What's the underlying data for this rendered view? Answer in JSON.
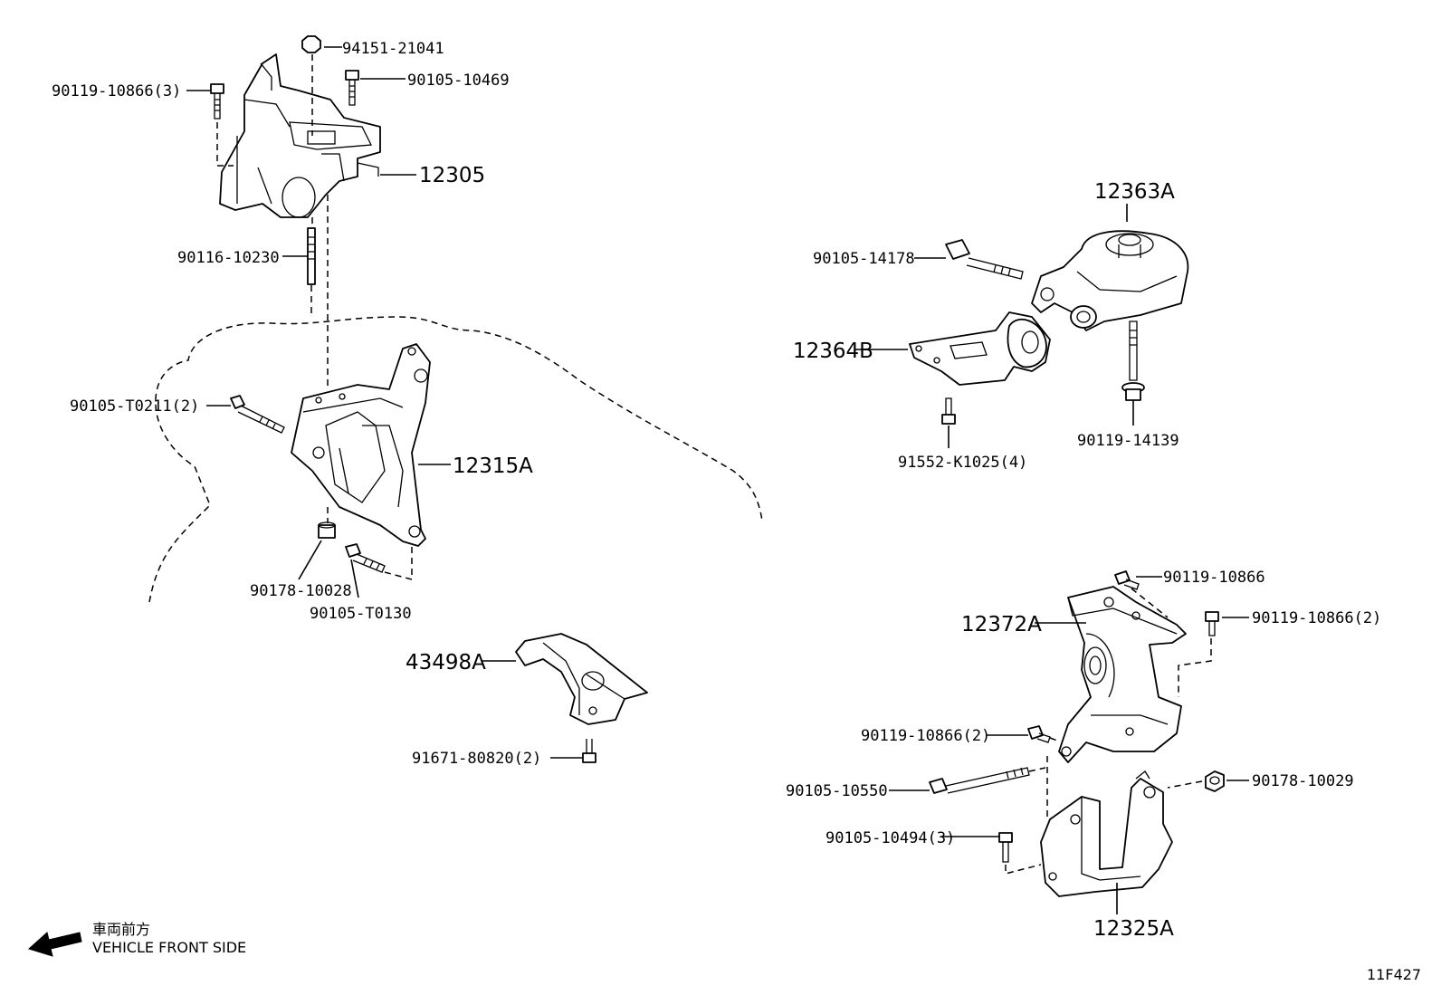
{
  "labels": {
    "p94151_21041": "94151-21041",
    "p90119_10866_3": "90119-10866(3)",
    "p90105_10469": "90105-10469",
    "p12305": "12305",
    "p90116_10230": "90116-10230",
    "p90105_t0211_2": "90105-T0211(2)",
    "p12315a": "12315A",
    "p90178_10028": "90178-10028",
    "p90105_t0130": "90105-T0130",
    "p43498a": "43498A",
    "p91671_80820_2": "91671-80820(2)",
    "p12363a": "12363A",
    "p90105_14178": "90105-14178",
    "p12364b": "12364B",
    "p91552_k1025_4": "91552-K1025(4)",
    "p90119_14139": "90119-14139",
    "p90119_10866": "90119-10866",
    "p12372a": "12372A",
    "p90119_10866_2a": "90119-10866(2)",
    "p90119_10866_2b": "90119-10866(2)",
    "p90105_10550": "90105-10550",
    "p90178_10029": "90178-10029",
    "p90105_10494_3": "90105-10494(3)",
    "p12325a": "12325A"
  },
  "footer": {
    "front_jp": "車両前方",
    "front_en": "VEHICLE FRONT SIDE",
    "figure_code": "11F427"
  }
}
